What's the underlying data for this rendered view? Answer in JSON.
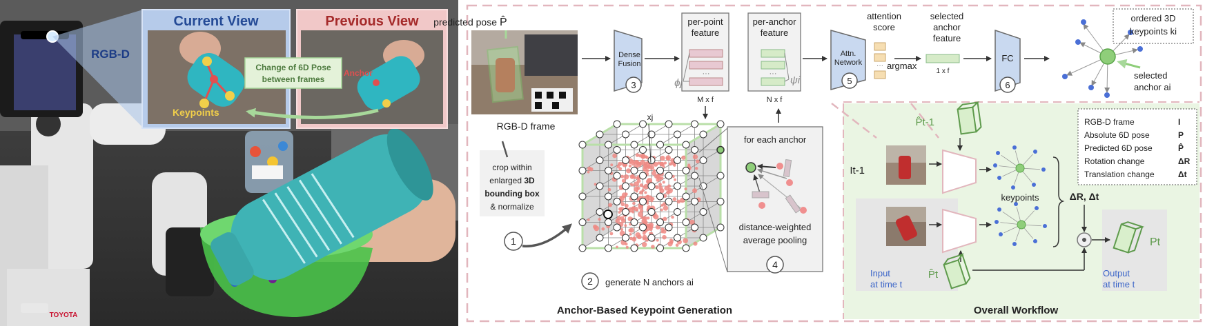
{
  "photo": {
    "current_view": "Current View",
    "previous_view": "Previous View",
    "rgbd": "RGB-D",
    "change_label_line1": "Change of 6D Pose",
    "change_label_line2": "between frames",
    "anchor": "Anchor",
    "keypoints": "Keypoints",
    "robot_brand": "TOYOTA"
  },
  "pipeline": {
    "predicted_pose": "predicted pose",
    "predicted_pose_symbol": "P̂",
    "rgbd_frame": "RGB-D frame",
    "dense_fusion_line1": "Dense",
    "dense_fusion_line2": "Fusion",
    "step1": "1",
    "step2": "2",
    "step3": "3",
    "step4": "4",
    "step5": "5",
    "step6": "6",
    "per_point_line1": "per-point",
    "per_point_line2": "feature",
    "phi_j": "ϕj",
    "mxf": "M x f",
    "per_anchor_line1": "per-anchor",
    "per_anchor_line2": "feature",
    "psi_i": "ψi",
    "nxf": "N x f",
    "attn_line1": "Attn.",
    "attn_line2": "Network",
    "attention_line1": "attention",
    "attention_line2": "score",
    "argmax": "argmax",
    "selected_line1": "selected",
    "selected_line2": "anchor",
    "selected_line3": "feature",
    "onexf": "1 x f",
    "fc": "FC",
    "ordered_line1": "ordered 3D",
    "ordered_line2": "keypoints ki",
    "sel_anchor_line1": "selected",
    "sel_anchor_line2": "anchor ai",
    "xj": "xj",
    "crop_line1": "crop within",
    "crop_line2": "enlarged",
    "crop_line2b": "3D",
    "crop_line3": "bounding box",
    "crop_line4": "& normalize",
    "generate": "generate N anchors ai",
    "for_each_anchor": "for each anchor",
    "pooling_line1": "distance-weighted",
    "pooling_line2": "average pooling",
    "section_title": "Anchor-Based Keypoint Generation"
  },
  "workflow": {
    "p_t_minus_1": "P̂t-1",
    "i_t_minus_1": "It-1",
    "i_t": "It",
    "keypoints": "keypoints",
    "delta": "ΔR, Δt",
    "p_hat_t": "P̂t",
    "p_t": "Pt",
    "input_line1": "Input",
    "input_line2": "at time t",
    "output_line1": "Output",
    "output_line2": "at time t",
    "section_title": "Overall Workflow",
    "legend": [
      {
        "name": "RGB-D frame",
        "symbol": "I"
      },
      {
        "name": "Absolute 6D pose",
        "symbol": "P"
      },
      {
        "name": "Predicted 6D pose",
        "symbol": "P̂"
      },
      {
        "name": "Rotation change",
        "symbol": "ΔR"
      },
      {
        "name": "Translation change",
        "symbol": "Δt"
      }
    ]
  }
}
